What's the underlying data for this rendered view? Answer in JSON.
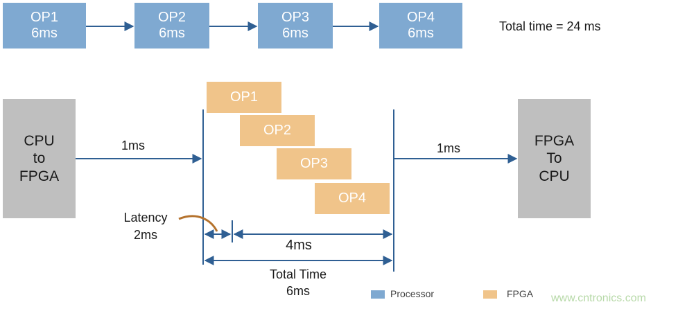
{
  "sequential": {
    "ops": [
      {
        "name": "OP1",
        "time": "6ms"
      },
      {
        "name": "OP2",
        "time": "6ms"
      },
      {
        "name": "OP3",
        "time": "6ms"
      },
      {
        "name": "OP4",
        "time": "6ms"
      }
    ],
    "total": "Total time = 24 ms"
  },
  "pipeline": {
    "cpu_to_fpga": [
      "CPU",
      "to",
      "FPGA"
    ],
    "fpga_to_cpu": [
      "FPGA",
      "To",
      "CPU"
    ],
    "transfer_in": "1ms",
    "transfer_out": "1ms",
    "ops": [
      "OP1",
      "OP2",
      "OP3",
      "OP4"
    ],
    "latency_label": "Latency",
    "latency_value": "2ms",
    "compute_time": "4ms",
    "total_label": "Total Time",
    "total_value": "6ms"
  },
  "legend": {
    "processor": {
      "label": "Processor",
      "color": "#7fa9d1"
    },
    "fpga": {
      "label": "FPGA",
      "color": "#f0c48a"
    }
  },
  "watermark": "www.cntronics.com",
  "colors": {
    "arrow": "#2f5f93",
    "latency_curve": "#b5732e",
    "transfer_box": "#bfbfbf"
  }
}
